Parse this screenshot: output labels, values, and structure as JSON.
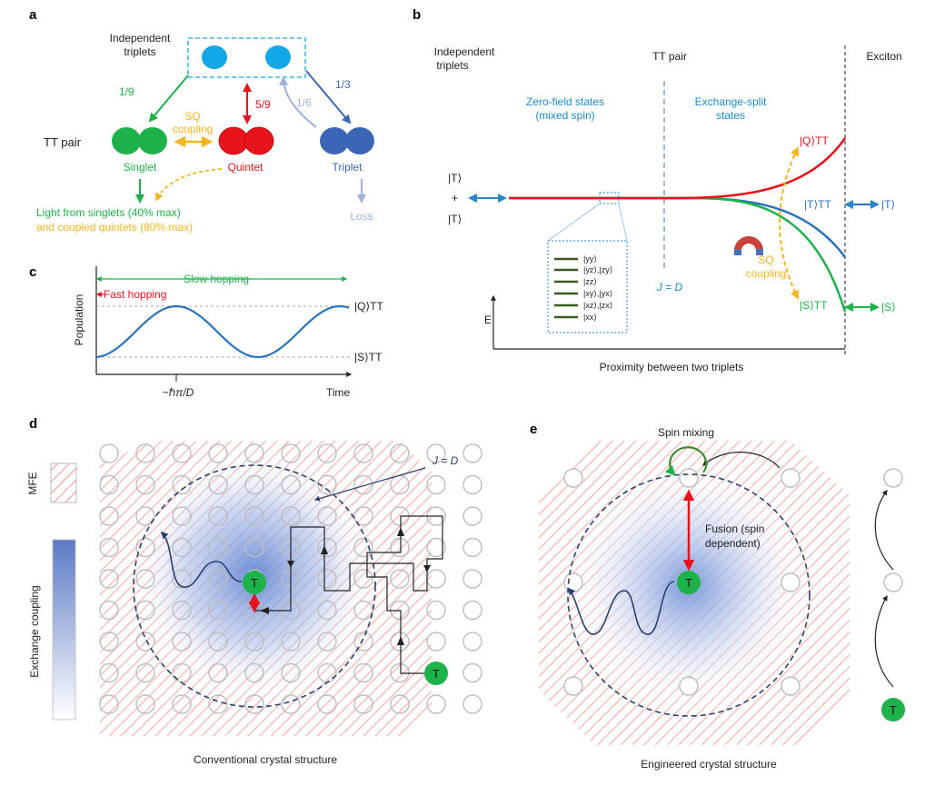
{
  "panel_letters": {
    "a": "a",
    "b": "b",
    "c": "c",
    "d": "d",
    "e": "e"
  },
  "panel_a": {
    "independent_triplets": [
      "Independent",
      "triplets"
    ],
    "frac_1_9": "1/9",
    "frac_5_9": "5/9",
    "frac_1_6": "1/6",
    "frac_1_3": "1/3",
    "sq_coupling": [
      "SQ",
      "coupling"
    ],
    "tt_pair": "TT pair",
    "singlet": "Singlet",
    "quintet": "Quintet",
    "triplet": "Triplet",
    "loss": "Loss",
    "light_line1": "Light from singlets (40% max)",
    "light_line2": "and coupled quintets (80% max)",
    "colors": {
      "singlet": "#1db34a",
      "quintet": "#e8141b",
      "triplet": "#3b66b8",
      "triplet_light": "#9bb0dd",
      "independent": "#12a7e6",
      "sq": "#f6b51e",
      "box": "#3cb8e8"
    }
  },
  "panel_b": {
    "independent_triplets": [
      "Independent",
      "triplets"
    ],
    "tt_pair": "TT pair",
    "exciton": "Exciton",
    "zero_field": [
      "Zero-field states",
      "(mixed spin)"
    ],
    "exchange_split": [
      "Exchange-split",
      "states"
    ],
    "ket_T_top": "|T⟩",
    "plus": "+",
    "ket_T_bottom": "|T⟩",
    "Q_TT": "|Q⟩TT",
    "T_TT": "|T⟩TT",
    "S_TT": "|S⟩TT",
    "T_right": "|T⟩",
    "S_right": "|S⟩",
    "j_eq_d": "J = D",
    "sq_coupling": [
      "SQ",
      "coupling"
    ],
    "y_axis": "E",
    "x_axis": "Proximity between two triplets",
    "zero_field_states": [
      "|yy⟩",
      "|yz⟩,|zy⟩",
      "|zz⟩",
      "|xy⟩,|yx⟩",
      "|xz⟩,|zx⟩",
      "|xx⟩"
    ]
  },
  "panel_c": {
    "slow_hopping": "Slow hopping",
    "fast_hopping": "Fast hopping",
    "Q_TT": "|Q⟩TT",
    "S_TT": "|S⟩TT",
    "y_axis": "Population",
    "x_tick": "~ℏπ/D",
    "x_axis": "Time"
  },
  "panel_d": {
    "mfe": "MFE",
    "exchange_coupling": "Exchange coupling",
    "j_eq_d": "J = D",
    "molecule": "T",
    "caption": "Conventional crystal structure"
  },
  "panel_e": {
    "spin_mixing": "Spin mixing",
    "fusion": [
      "Fusion (spin",
      "dependent)"
    ],
    "molecule": "T",
    "caption": "Engineered crystal structure"
  }
}
